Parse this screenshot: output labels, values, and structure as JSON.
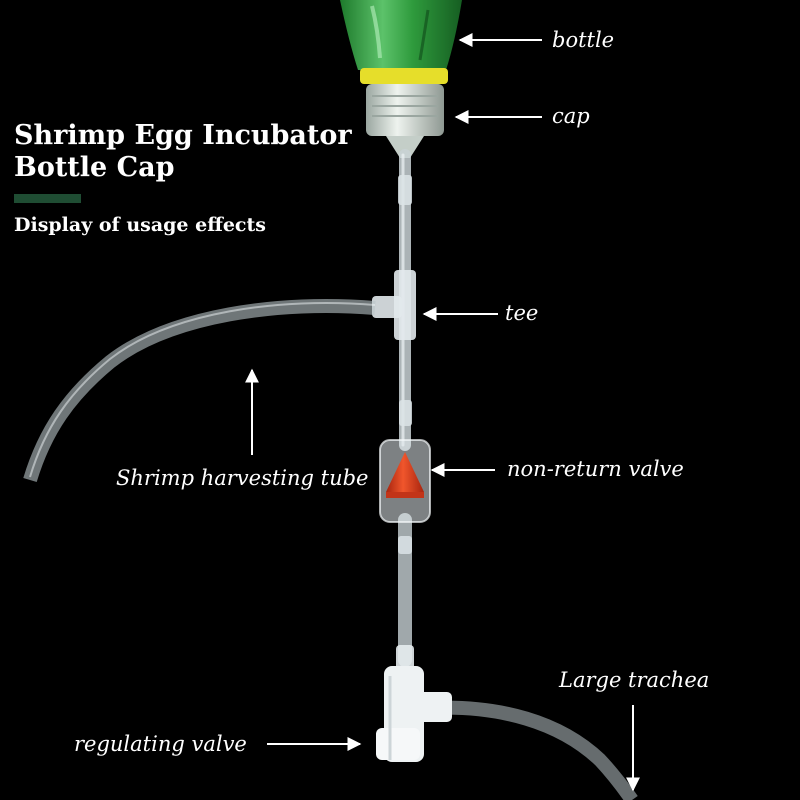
{
  "heading": {
    "line1": "Shrimp Egg Incubator",
    "line2": "Bottle Cap",
    "subtitle": "Display of usage effects",
    "accent_color": "#1f4d33"
  },
  "labels": {
    "bottle": "bottle",
    "cap": "cap",
    "tee": "tee",
    "harvest_tube": "Shrimp harvesting tube",
    "non_return_valve": "non-return valve",
    "large_trachea": "Large trachea",
    "regulating_valve": "regulating valve"
  },
  "colors": {
    "background": "#000000",
    "bottle": "#2e9a3c",
    "cap_ring": "#e6de2a",
    "cap": "#d6ded6",
    "tube": "#c9d3d6",
    "valve_cone": "#d9391a",
    "text": "#ffffff"
  }
}
